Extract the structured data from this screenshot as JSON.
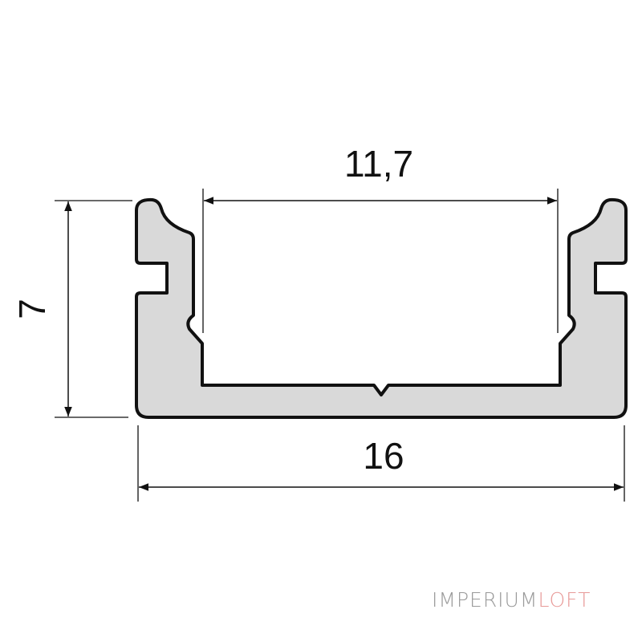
{
  "dimensions": {
    "inner_width": "11,7",
    "height": "7",
    "outer_width": "16"
  },
  "colors": {
    "profile_fill": "#d9d9d9",
    "outline": "#111111"
  },
  "watermark": {
    "part1": "IMPERIUM",
    "part2": "LOFT"
  }
}
